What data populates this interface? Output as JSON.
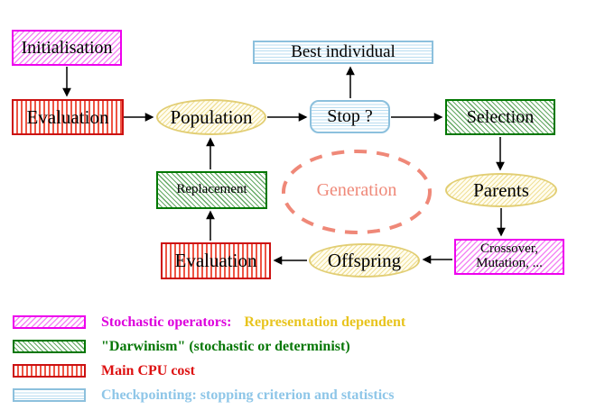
{
  "nodes": {
    "initialisation": {
      "label": "Initialisation"
    },
    "evaluation_top": {
      "label": "Evaluation"
    },
    "population": {
      "label": "Population"
    },
    "best_individual": {
      "label": "Best individual"
    },
    "stop": {
      "label": "Stop ?"
    },
    "selection": {
      "label": "Selection"
    },
    "replacement": {
      "label": "Replacement"
    },
    "generation": {
      "label": "Generation"
    },
    "parents": {
      "label": "Parents"
    },
    "evaluation_bottom": {
      "label": "Evaluation"
    },
    "offspring": {
      "label": "Offspring"
    },
    "crossover": {
      "line1": "Crossover,",
      "line2": "Mutation, ..."
    }
  },
  "legend": {
    "rows": [
      {
        "swatch": "magenta-diagonal-hatch",
        "segments": [
          {
            "text": "Stochastic operators:",
            "color": "#dd00dd"
          },
          {
            "text": "Representation dependent",
            "color": "#e8c41e"
          }
        ]
      },
      {
        "swatch": "green-diagonal-hatch",
        "segments": [
          {
            "text": "\"Darwinism\" (stochastic or determinist)",
            "color": "#077707"
          }
        ]
      },
      {
        "swatch": "red-vertical-stripes",
        "segments": [
          {
            "text": "Main CPU cost",
            "color": "#dd1111"
          }
        ]
      },
      {
        "swatch": "cyan-horizontal-stripes",
        "segments": [
          {
            "text": "Checkpointing: stopping criterion and statistics",
            "color": "#8ec6e8"
          }
        ]
      }
    ]
  },
  "colors": {
    "magenta_border": "#ee00ee",
    "magenta_hatch": "#f487f4",
    "green_border": "#007700",
    "green_hatch": "#63a863",
    "red_border": "#cc1111",
    "red_stripe": "#ee5544",
    "cyan_border": "#8cc0dd",
    "cyan_stripe": "#b8dcf0",
    "yellow_border": "#e2ce74",
    "yellow_hatch": "#f0e098",
    "salmon": "#ef8878",
    "arrow": "#000000"
  }
}
